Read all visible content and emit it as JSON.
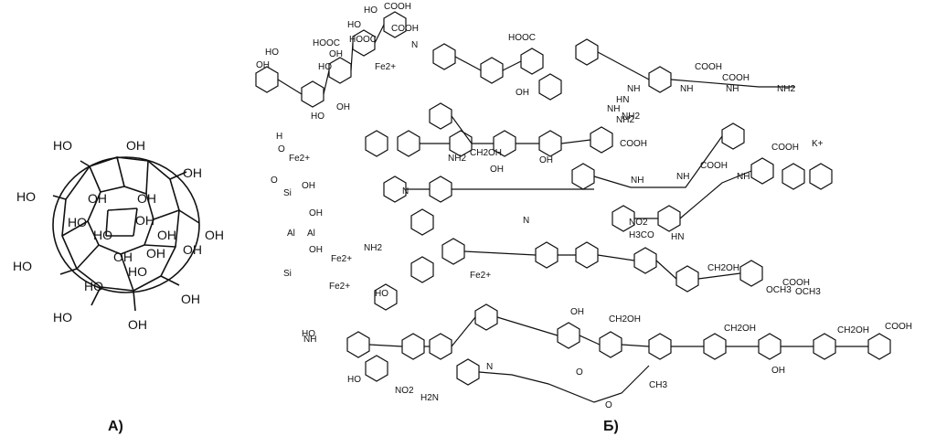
{
  "panel_a": {
    "caption": "А)",
    "oh_labels": [
      "HO",
      "OH",
      "OH",
      "HO",
      "OH",
      "OH",
      "HO",
      "OH",
      "OH",
      "HO",
      "OH",
      "OH",
      "HO",
      "OH",
      "HO",
      "OH",
      "HO",
      "OH",
      "HO",
      "OH"
    ]
  },
  "panel_b": {
    "caption": "Б)",
    "labels": [
      "HO",
      "OH",
      "HO",
      "OH",
      "HO",
      "COOH",
      "HO",
      "COOH",
      "HOOC",
      "HOOC",
      "OH",
      "HO",
      "HOOC",
      "OH",
      "N",
      "NH",
      "NH",
      "NH",
      "NH",
      "COOH",
      "COOH",
      "NH2",
      "HN",
      "NH2",
      "Fe2+",
      "Fe2+",
      "Fe2+",
      "Fe2+",
      "Fe2+",
      "K+",
      "H",
      "O",
      "O",
      "Si",
      "Al",
      "Al",
      "Si",
      "OH",
      "OH",
      "OH",
      "NH2",
      "NH2",
      "CH2OH",
      "OH",
      "OH",
      "NH2",
      "COOH",
      "NH",
      "NH",
      "NH",
      "COOH",
      "N",
      "NO2",
      "NO2",
      "HN",
      "COOH",
      "COOH",
      "H3CO",
      "OCH3",
      "CH2OH",
      "CH2OH",
      "CH2OH",
      "CH2OH",
      "OH",
      "OH",
      "COOH",
      "HO",
      "HO",
      "HO",
      "H2N",
      "N",
      "N",
      "O",
      "O",
      "NH",
      "OCH3",
      "CH3"
    ]
  }
}
